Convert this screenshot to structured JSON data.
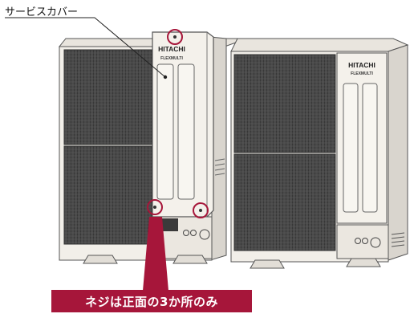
{
  "callout": {
    "label": "サービスカバー"
  },
  "note": {
    "text": "ネジは正面の3か所のみ"
  },
  "units": [
    {
      "brand": "HITACHI",
      "model": "FLEXMULTI"
    },
    {
      "brand": "HITACHI",
      "model": "FLEXMULTI"
    }
  ],
  "colors": {
    "highlight": "#a6163a",
    "unit_body": "#f2efe9",
    "grille": "#3a3a3a",
    "outline": "#555555"
  }
}
